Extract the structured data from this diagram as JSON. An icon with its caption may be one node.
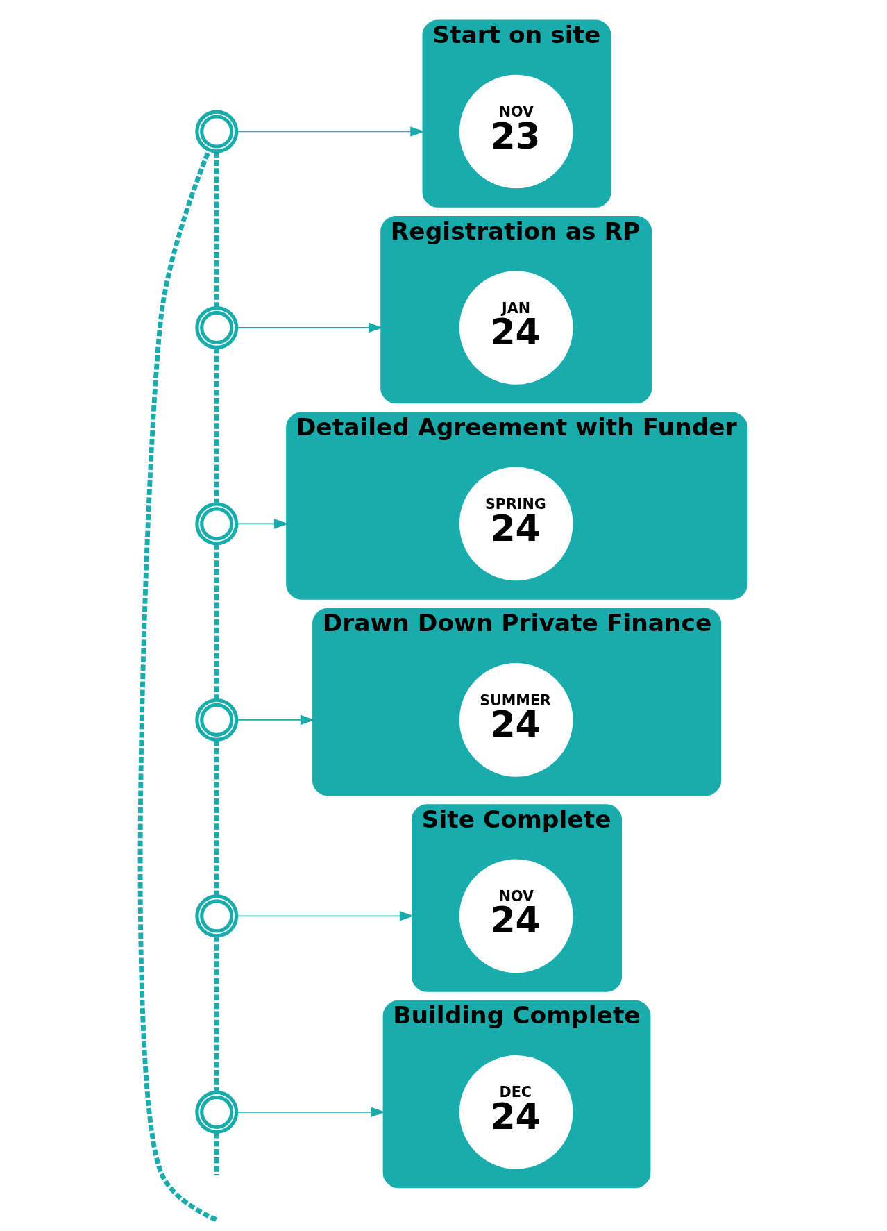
{
  "diagram": {
    "nodes": [
      {
        "text": [],
        "shape": "circle"
      },
      {
        "text": [
          "Start on site"
        ]
      },
      {
        "text": [
          "NOV",
          "23"
        ],
        "in": 1
      },
      {
        "text": [],
        "shape": "circle"
      },
      {
        "text": [
          "Registration as RP"
        ]
      },
      {
        "text": [
          "JAN",
          "24"
        ],
        "in": 4
      },
      {
        "text": [],
        "shape": "circle"
      },
      {
        "text": [
          "Detailed Agreement with Funder"
        ]
      },
      {
        "text": [
          "SPRING",
          "24"
        ],
        "in": 7
      },
      {
        "text": [],
        "shape": "circle"
      },
      {
        "text": [
          "Drawn Down Private Finance"
        ]
      },
      {
        "text": [
          "SUMMER",
          "24"
        ],
        "in": 10
      },
      {
        "text": [],
        "shape": "circle"
      },
      {
        "text": [
          "Site Complete"
        ]
      },
      {
        "text": [
          "NOV",
          "24"
        ],
        "in": 13
      },
      {
        "text": [],
        "shape": "circle"
      },
      {
        "text": [
          "Building Complete"
        ]
      },
      {
        "text": [
          "DEC",
          "24"
        ],
        "in": 16
      }
    ],
    "edges": [
      {
        "from": null,
        "to": 0,
        "arrow": "none",
        "style": "dashed"
      },
      {
        "from": 0,
        "to": 1,
        "arrow": "to"
      },
      {
        "from": 0,
        "to": 3,
        "arrow": "none",
        "style": "dashed"
      },
      {
        "from": 3,
        "to": 4,
        "arrow": "to"
      },
      {
        "from": 3,
        "to": 6,
        "arrow": "none",
        "style": "dashed"
      },
      {
        "from": 6,
        "to": 7,
        "arrow": "to"
      },
      {
        "from": 6,
        "to": 9,
        "arrow": "none",
        "style": "dashed"
      },
      {
        "from": 9,
        "to": 10,
        "arrow": "to"
      },
      {
        "from": 9,
        "to": 12,
        "arrow": "none",
        "style": "dashed"
      },
      {
        "from": 12,
        "to": 13,
        "arrow": "to"
      },
      {
        "from": 12,
        "to": 15,
        "arrow": "none",
        "style": "dashed"
      },
      {
        "from": 15,
        "to": 16,
        "arrow": "to"
      },
      {
        "from": 15,
        "to": null,
        "arrow": "none",
        "style": "dashed"
      }
    ]
  }
}
